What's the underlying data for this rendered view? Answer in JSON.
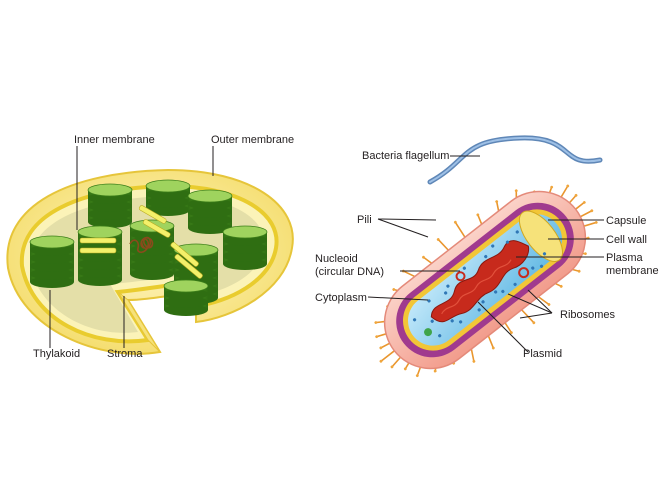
{
  "chloroplast": {
    "labels": {
      "inner_membrane": "Inner membrane",
      "outer_membrane": "Outer membrane",
      "thylakoid": "Thylakoid",
      "stroma": "Stroma"
    },
    "colors": {
      "outer_membrane": "#f6e27a",
      "inner_membrane": "#e9cc2e",
      "thylakoid": "#5aa52c",
      "thylakoid_dark": "#2f6e12",
      "thylakoid_light": "#9fd35e",
      "stroma": "#e4dfa8",
      "lamella": "#f3f06a"
    }
  },
  "bacterium": {
    "labels": {
      "flagellum": "Bacteria flagellum",
      "pili": "Pili",
      "capsule": "Capsule",
      "cell_wall": "Cell wall",
      "plasma_membrane_1": "Plasma",
      "plasma_membrane_2": "membrane",
      "nucleoid_1": "Nucleoid",
      "nucleoid_2": "(circular DNA)",
      "cytoplasm": "Cytoplasm",
      "ribosomes": "Ribosomes",
      "plasmid": "Plasmid"
    },
    "colors": {
      "flagellum": "#6f97c7",
      "pili": "#f0a63c",
      "capsule": "#f6b3a6",
      "cell_wall": "#a03a8e",
      "plasma_membrane": "#f2c637",
      "cytoplasm": "#8fd0ee",
      "nucleoid": "#c72a1c",
      "plasmid": "#c72a1c",
      "ribosome": "#2f77b6"
    }
  }
}
